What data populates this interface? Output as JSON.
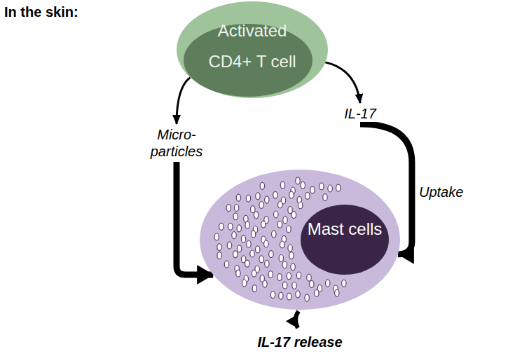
{
  "diagram": {
    "title": "In the skin:",
    "nodes": [
      {
        "text": [
          "Activated CD4+ T cell"
        ]
      },
      {
        "text": [
          "Mast cells"
        ]
      }
    ],
    "edges": [
      {
        "from": 0,
        "to": 1,
        "label": "Micro-particles",
        "arrow": "to"
      },
      {
        "from": 0,
        "to": 1,
        "label": "IL-17",
        "arrow": "to"
      }
    ],
    "labels": [
      "Uptake",
      "IL-17 release"
    ]
  }
}
